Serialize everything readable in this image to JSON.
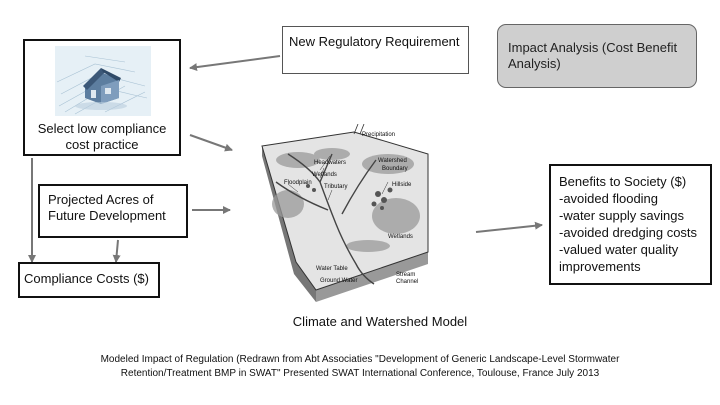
{
  "boxes": {
    "regulatory": "New Regulatory Requirement",
    "impact": "Impact Analysis (Cost Benefit Analysis)",
    "select_practice": "Select low compliance cost practice",
    "projected_acres": "Projected Acres of Future Development",
    "compliance_costs": "Compliance Costs ($)",
    "benefits": [
      "Benefits to Society ($)",
      "-avoided flooding",
      "-water supply savings",
      "-avoided dredging costs",
      "-valued water quality improvements"
    ]
  },
  "watershed_labels": {
    "precipitation": "Precipitation",
    "headwaters": "Headwaters",
    "watershed_boundary_1": "Watershed",
    "watershed_boundary_2": "Boundary",
    "wetlands": "Wetlands",
    "floodplain": "Floodplain",
    "tributary": "Tributary",
    "hillside": "Hillside",
    "wetlands_lower": "Wetlands",
    "water_table": "Water Table",
    "ground_water": "Ground Water",
    "stream_channel_1": "Stream",
    "stream_channel_2": "Channel"
  },
  "model_label": "Climate and Watershed Model",
  "footnote": [
    "Modeled Impact of Regulation (Redrawn from Abt Associaties \"Development of Generic Landscape-Level Stormwater",
    "Retention/Treatment BMP in SWAT\" Presented SWAT International Conference, Toulouse, France July 2013"
  ]
}
